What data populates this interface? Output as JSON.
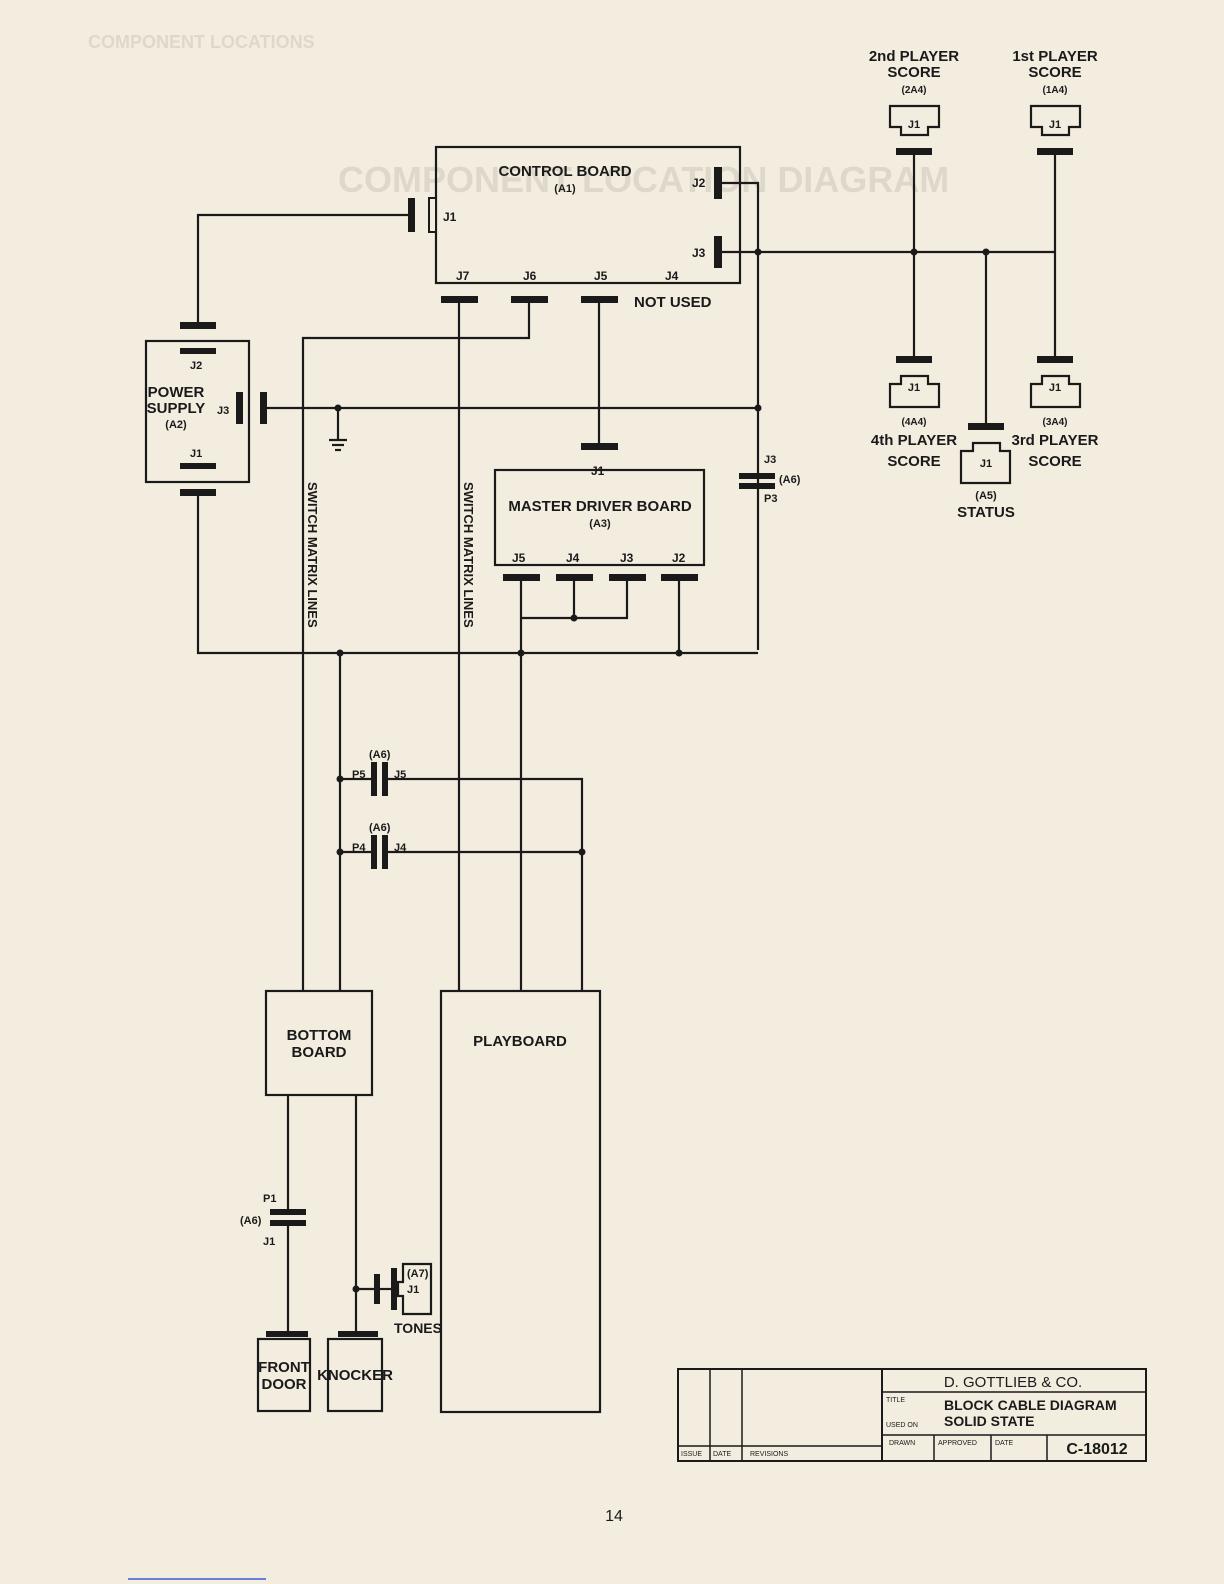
{
  "header_ghost": "COMPONENT LOCATIONS",
  "ghost_title": "COMPONENT LOCATION DIAGRAM",
  "components": {
    "control_board": {
      "name": "CONTROL BOARD",
      "ref": "(A1)",
      "j1": "J1",
      "j2": "J2",
      "j3": "J3",
      "j4": "J4",
      "j5": "J5",
      "j6": "J6",
      "j7": "J7",
      "not_used": "NOT USED"
    },
    "power_supply": {
      "name1": "POWER",
      "name2": "SUPPLY",
      "ref": "(A2)",
      "j1": "J1",
      "j2": "J2",
      "j3": "J3"
    },
    "master_driver": {
      "name": "MASTER DRIVER BOARD",
      "ref": "(A3)",
      "j1": "J1",
      "j2": "J2",
      "j3": "J3",
      "j4": "J4",
      "j5": "J5"
    },
    "player2": {
      "line1": "2nd PLAYER",
      "line2": "SCORE",
      "ref": "(2A4)",
      "jack": "J1"
    },
    "player1": {
      "line1": "1st PLAYER",
      "line2": "SCORE",
      "ref": "(1A4)",
      "jack": "J1"
    },
    "player4": {
      "line1": "4th PLAYER",
      "line2": "SCORE",
      "ref": "(4A4)",
      "jack": "J1"
    },
    "player3": {
      "line1": "3rd PLAYER",
      "line2": "SCORE",
      "ref": "(3A4)",
      "jack": "J1"
    },
    "status": {
      "name": "STATUS",
      "ref": "(A5)",
      "jack": "J1"
    },
    "a6_right": {
      "j": "J3",
      "ref": "(A6)",
      "p": "P3"
    },
    "a6_p5": {
      "ref": "(A6)",
      "p": "P5",
      "j": "J5"
    },
    "a6_p4": {
      "ref": "(A6)",
      "p": "P4",
      "j": "J4"
    },
    "a6_p1": {
      "p": "P1",
      "ref": "(A6)",
      "j": "J1"
    },
    "tones": {
      "ref": "(A7)",
      "jack": "J1",
      "name": "TONES"
    },
    "bottom_board": {
      "line1": "BOTTOM",
      "line2": "BOARD"
    },
    "playboard": {
      "name": "PLAYBOARD"
    },
    "front_door": {
      "line1": "FRONT",
      "line2": "DOOR"
    },
    "knocker": {
      "name": "KNOCKER"
    },
    "switch_matrix": "SWITCH MATRIX LINES"
  },
  "title_block": {
    "company": "D. GOTTLIEB & CO.",
    "title_label": "TITLE",
    "title_line1": "BLOCK CABLE DIAGRAM",
    "used_on_label": "USED ON",
    "used_on": "SOLID STATE",
    "drawn": "DRAWN",
    "approved": "APPROVED",
    "date": "DATE",
    "drawing_no": "C-18012",
    "issue": "ISSUE",
    "issue_date": "DATE",
    "revisions": "REVISIONS"
  },
  "page_number": "14"
}
